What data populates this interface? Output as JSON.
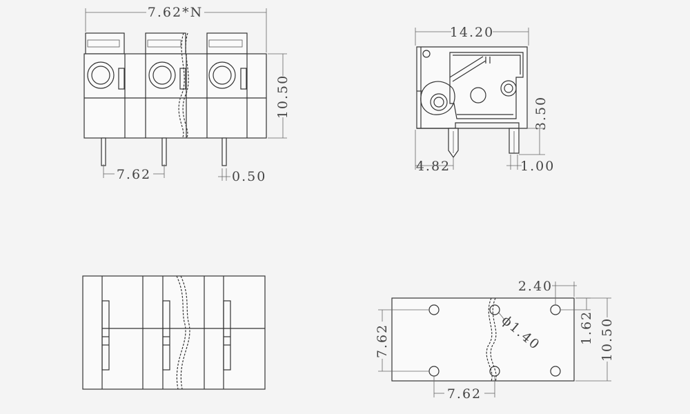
{
  "front_view": {
    "width_total": "7.62*N",
    "height": "10.50",
    "pitch": "7.62",
    "pin_width": "0.50"
  },
  "side_view": {
    "depth": "14.20",
    "pin_length": "3.50",
    "pin_offset": "4.82",
    "pin_size": "1.00"
  },
  "pcb_layout": {
    "hole_inset": "2.40",
    "hole_diameter": "ϕ1.40",
    "row_spacing": "7.62",
    "column_pitch": "7.62",
    "edge_offset": "1.62",
    "height": "10.50"
  }
}
